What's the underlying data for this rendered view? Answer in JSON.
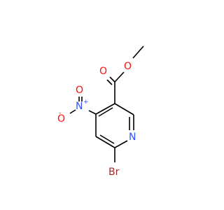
{
  "molecule": {
    "atoms": {
      "o_carbonyl": {
        "text": "O",
        "color": "#ff0d0d"
      },
      "o_ester": {
        "text": "O",
        "color": "#ff0d0d"
      },
      "n_nitro": {
        "text": "N",
        "charge": "+",
        "color": "#3050f8"
      },
      "o_nitro_double": {
        "text": "O",
        "color": "#ff0d0d"
      },
      "o_nitro_single": {
        "text": "O",
        "charge": "-",
        "color": "#ff0d0d"
      },
      "n_ring": {
        "text": "N",
        "color": "#3050f8"
      },
      "br": {
        "text": "Br",
        "color": "#a62929"
      }
    },
    "bond_color": "#000000"
  }
}
